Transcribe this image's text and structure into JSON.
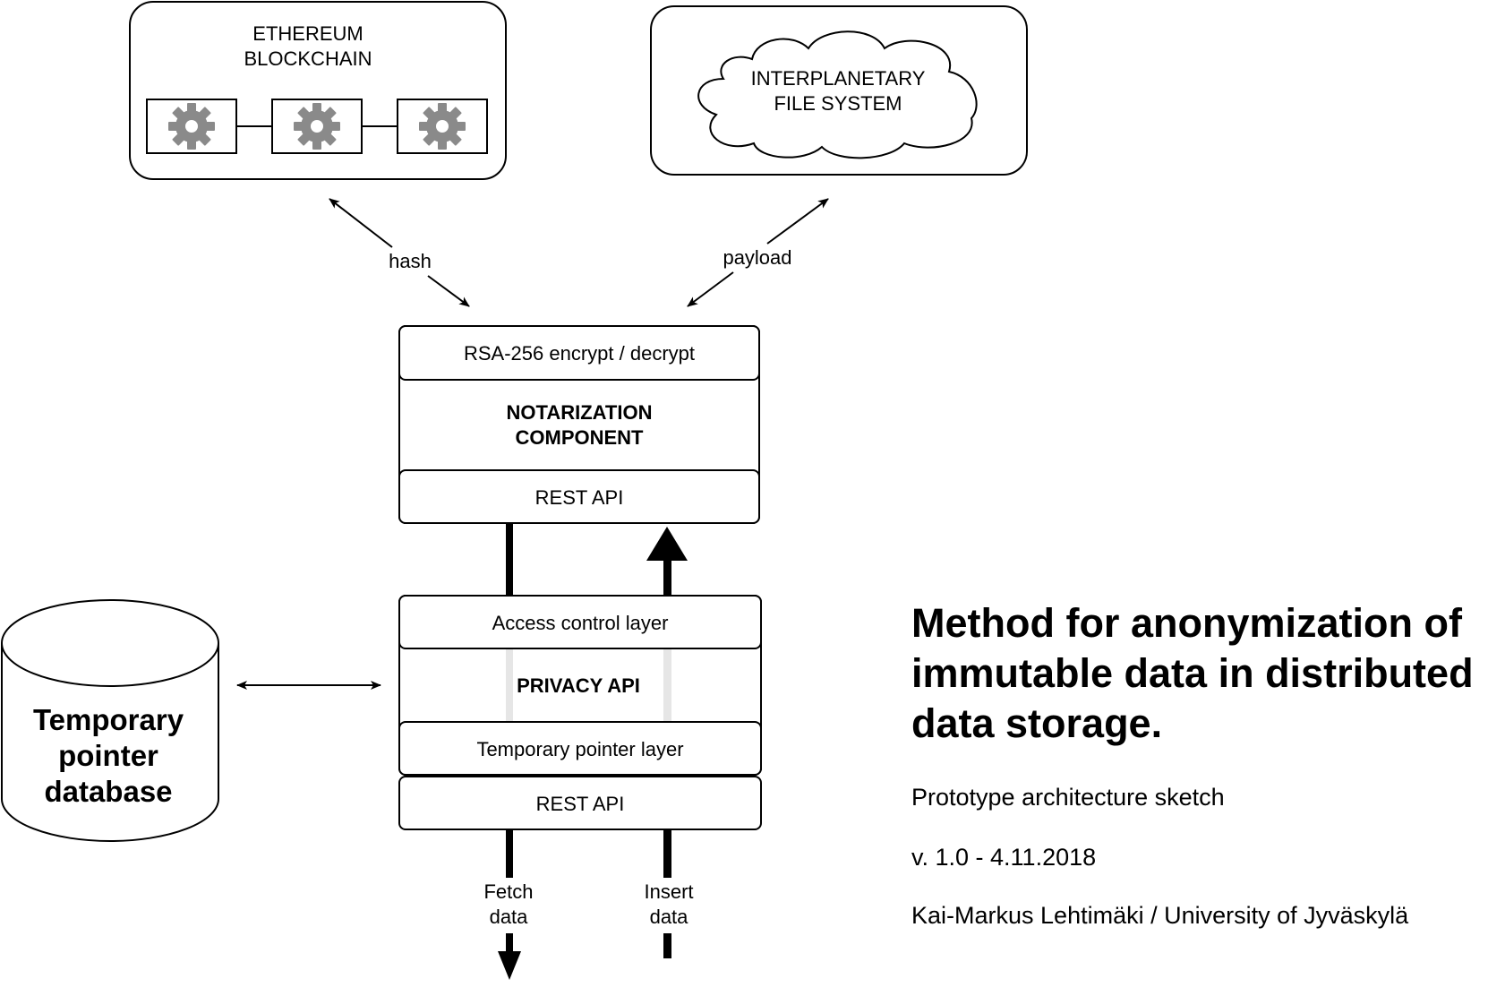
{
  "ethereum": {
    "label_line1": "ETHEREUM",
    "label_line2": "BLOCKCHAIN",
    "nodes": [
      "gear-icon",
      "gear-icon",
      "gear-icon"
    ]
  },
  "ipfs": {
    "label_line1": "INTERPLANETARY",
    "label_line2": "FILE SYSTEM",
    "icon": "cloud-icon"
  },
  "edges": {
    "hash_label": "hash",
    "payload_label": "payload",
    "fetch_line1": "Fetch",
    "fetch_line2": "data",
    "insert_line1": "Insert",
    "insert_line2": "data"
  },
  "notarization": {
    "top_layer": "RSA-256 encrypt / decrypt",
    "title_line1": "NOTARIZATION",
    "title_line2": "COMPONENT",
    "bottom_layer": "REST API"
  },
  "privacy": {
    "access_layer": "Access control layer",
    "title": "PRIVACY API",
    "pointer_layer": "Temporary pointer layer",
    "rest_layer": "REST API"
  },
  "database": {
    "label_line1": "Temporary",
    "label_line2": "pointer",
    "label_line3": "database",
    "icon": "database-cylinder-icon"
  },
  "info": {
    "title": "Method for anonymization of immutable data in distributed data storage.",
    "subtitle": "Prototype architecture sketch",
    "version": "v. 1.0 - 4.11.2018",
    "author": "Kai-Markus Lehtimäki / University of Jyväskylä"
  },
  "colors": {
    "stroke": "#000000",
    "gear": "#8a8a8a",
    "faint_arrow": "#e6e6e6"
  }
}
